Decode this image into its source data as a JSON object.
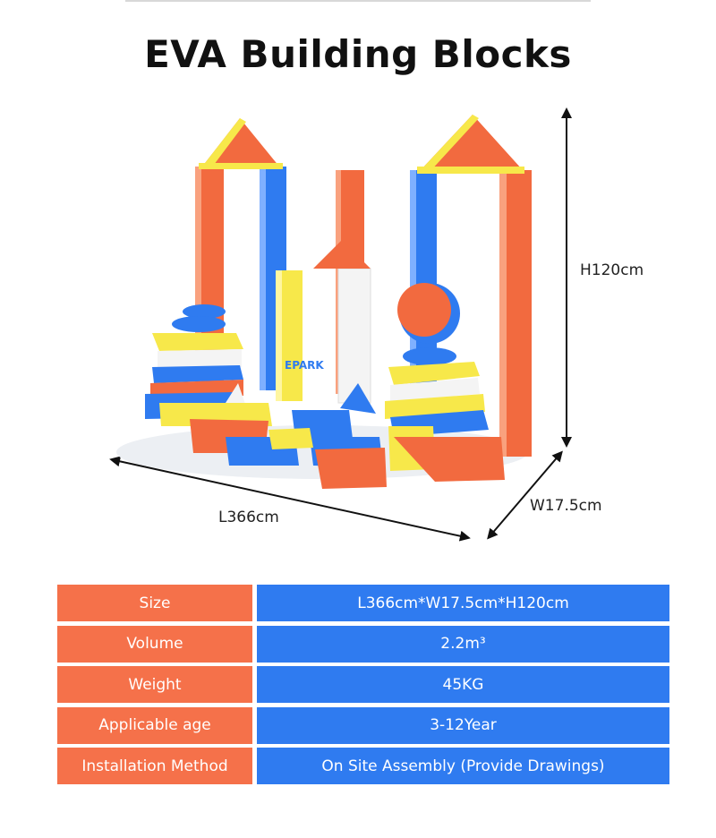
{
  "title": "EVA Building Blocks",
  "dimensions": {
    "height_label": "H120cm",
    "length_label": "L366cm",
    "width_label": "W17.5cm"
  },
  "logo": {
    "text": "EPARK"
  },
  "specs": [
    {
      "key": "Size",
      "value": "L366cm*W17.5cm*H120cm"
    },
    {
      "key": "Volume",
      "value": "2.2m³"
    },
    {
      "key": "Weight",
      "value": "45KG"
    },
    {
      "key": "Applicable age",
      "value": "3-12Year"
    },
    {
      "key": "Installation Method",
      "value": "On Site Assembly (Provide Drawings)"
    }
  ],
  "colors": {
    "orange": "#f5714a",
    "blue": "#2f7bf0",
    "yellow": "#f7e84a",
    "white": "#f2f2f2"
  }
}
